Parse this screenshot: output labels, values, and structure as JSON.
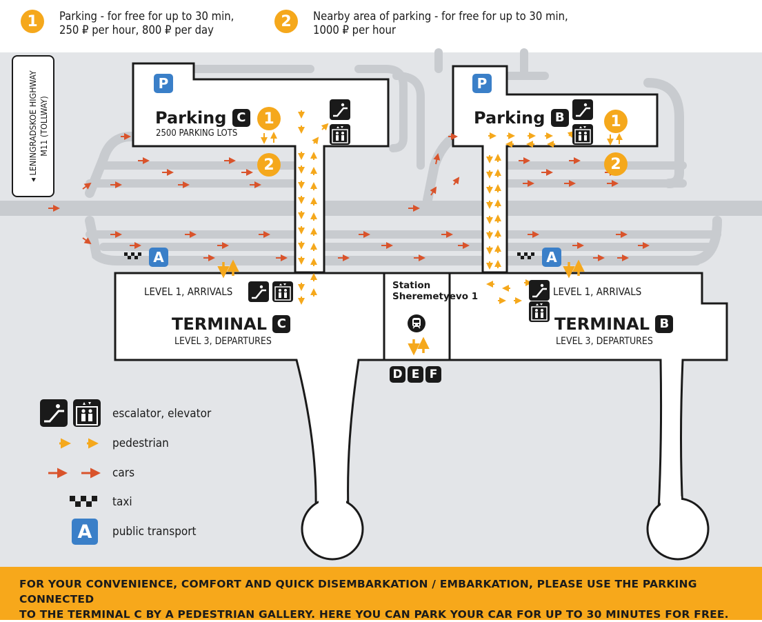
{
  "legend_top": [
    {
      "num": "1",
      "text": "Parking - for free for up to 30 min,\n250 ₽ per hour, 800 ₽ per day"
    },
    {
      "num": "2",
      "text": "Nearby area of parking - for free for up to 30 min,\n1000 ₽ per hour"
    }
  ],
  "highway": {
    "text": "LENINGRADSKOE HIGHWAY\nM11 (TOLLWAY)"
  },
  "parking_c": {
    "badge": "P",
    "title": "Parking",
    "letter": "C",
    "sub": "2500 PARKING LOTS",
    "num1": "1",
    "num2": "2"
  },
  "parking_b": {
    "badge": "P",
    "title": "Parking",
    "letter": "B",
    "num1": "1",
    "num2": "2"
  },
  "terminal_c": {
    "arrivals": "LEVEL 1, ARRIVALS",
    "title": "TERMINAL",
    "letter": "C",
    "departures": "LEVEL 3, DEPARTURES",
    "bus": "A"
  },
  "terminal_b": {
    "arrivals": "LEVEL 1, ARRIVALS",
    "title": "TERMINAL",
    "letter": "B",
    "departures": "LEVEL 3, DEPARTURES",
    "bus": "A"
  },
  "station": {
    "name": "Station\nSheremetyevo 1",
    "gates": [
      "D",
      "E",
      "F"
    ]
  },
  "legend": {
    "escalator": "escalator, elevator",
    "pedestrian": "pedestrian",
    "cars": "cars",
    "taxi": "taxi",
    "public": "public transport",
    "public_badge": "A"
  },
  "bottom_message": "FOR YOUR CONVENIENCE, COMFORT AND QUICK DISEMBARKATION / EMBARKATION, PLEASE USE THE PARKING CONNECTED\nTO THE TERMINAL C BY A PEDESTRIAN GALLERY. HERE YOU CAN PARK YOUR CAR FOR UP TO 30 MINUTES FOR FREE.",
  "colors": {
    "background": "#e3e5e8",
    "road": "#c8cbcf",
    "orange": "#f5a81c",
    "red": "#d9532b",
    "blue": "#3a7fc8",
    "dark": "#1a1a1a"
  }
}
